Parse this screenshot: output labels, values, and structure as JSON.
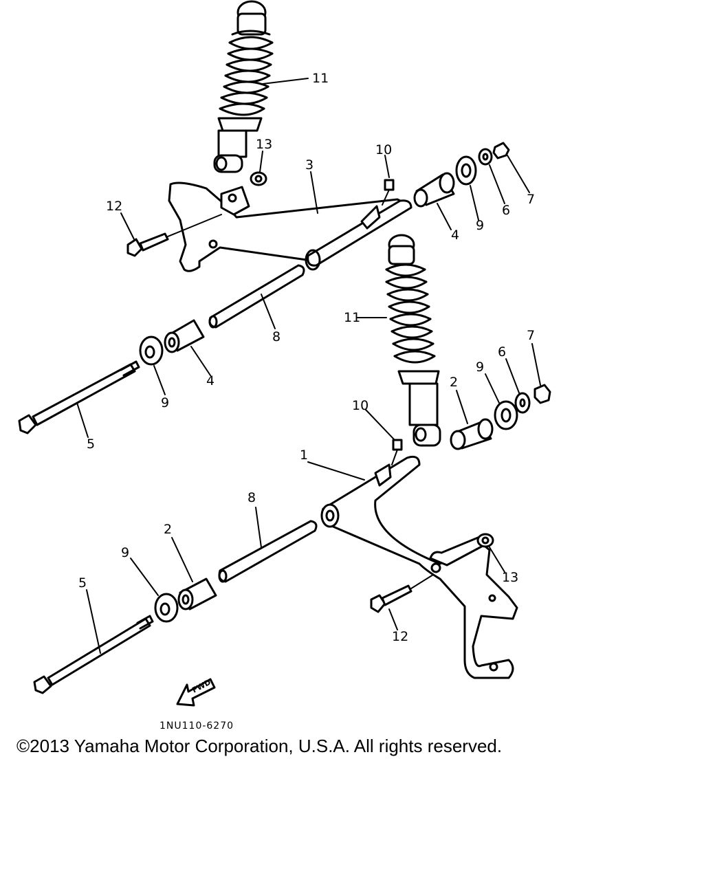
{
  "diagram": {
    "drawing_code": "1NU110-6270",
    "fwd_label": "FWD",
    "callouts": {
      "c11a": "11",
      "c13a": "13",
      "c3": "3",
      "c10a": "10",
      "c12a": "12",
      "c4a": "4",
      "c9a": "9",
      "c6a": "6",
      "c7a": "7",
      "c8a": "8",
      "c4b": "4",
      "c9b": "9",
      "c5a": "5",
      "c11b": "11",
      "c7b": "7",
      "c6b": "6",
      "c9c": "9",
      "c2a": "2",
      "c10b": "10",
      "c1": "1",
      "c8b": "8",
      "c2b": "2",
      "c9d": "9",
      "c5b": "5",
      "c13b": "13",
      "c12b": "12"
    }
  },
  "copyright": "©2013 Yamaha Motor Corporation, U.S.A. All rights reserved."
}
